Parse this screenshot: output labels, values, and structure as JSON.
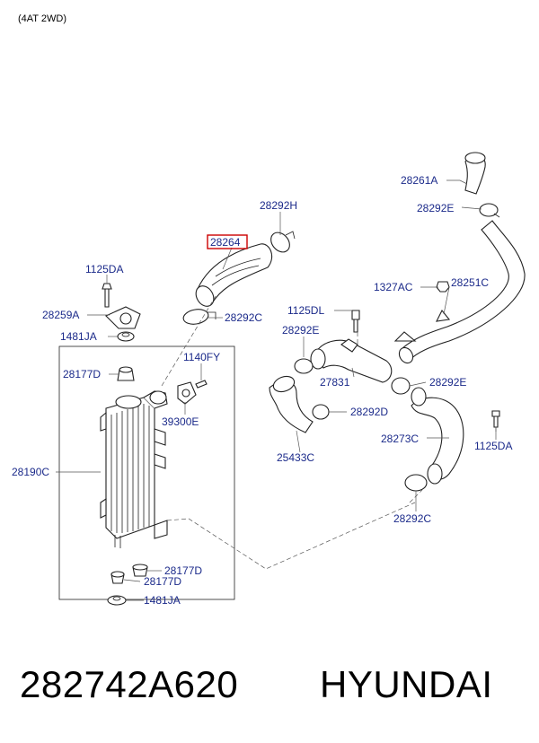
{
  "header": {
    "variant": "(4AT 2WD)"
  },
  "labels": {
    "p28261A": "28261A",
    "p28292E_top": "28292E",
    "p28292H": "28292H",
    "p28264": "28264",
    "p1125DA_top": "1125DA",
    "p28259A": "28259A",
    "p28292C_mid": "28292C",
    "p1481JA_top": "1481JA",
    "p1125DL": "1125DL",
    "p1327AC": "1327AC",
    "p28251C": "28251C",
    "p28292E_left": "28292E",
    "p1140FY": "1140FY",
    "p28177D_top": "28177D",
    "p27831": "27831",
    "p28292E_right": "28292E",
    "p28292D": "28292D",
    "p39300E": "39300E",
    "p28273C": "28273C",
    "p1125DA_right": "1125DA",
    "p25433C": "25433C",
    "p28190C": "28190C",
    "p28292C_bot": "28292C",
    "p28177D_b1": "28177D",
    "p28177D_b2": "28177D",
    "p1481JA_bot": "1481JA"
  },
  "highlight": {
    "part": "28264",
    "color": "#cc0000"
  },
  "footer": {
    "part_number": "282742A620",
    "brand": "HYUNDAI"
  },
  "colors": {
    "label": "#1b2a8a",
    "line": "#222222"
  }
}
